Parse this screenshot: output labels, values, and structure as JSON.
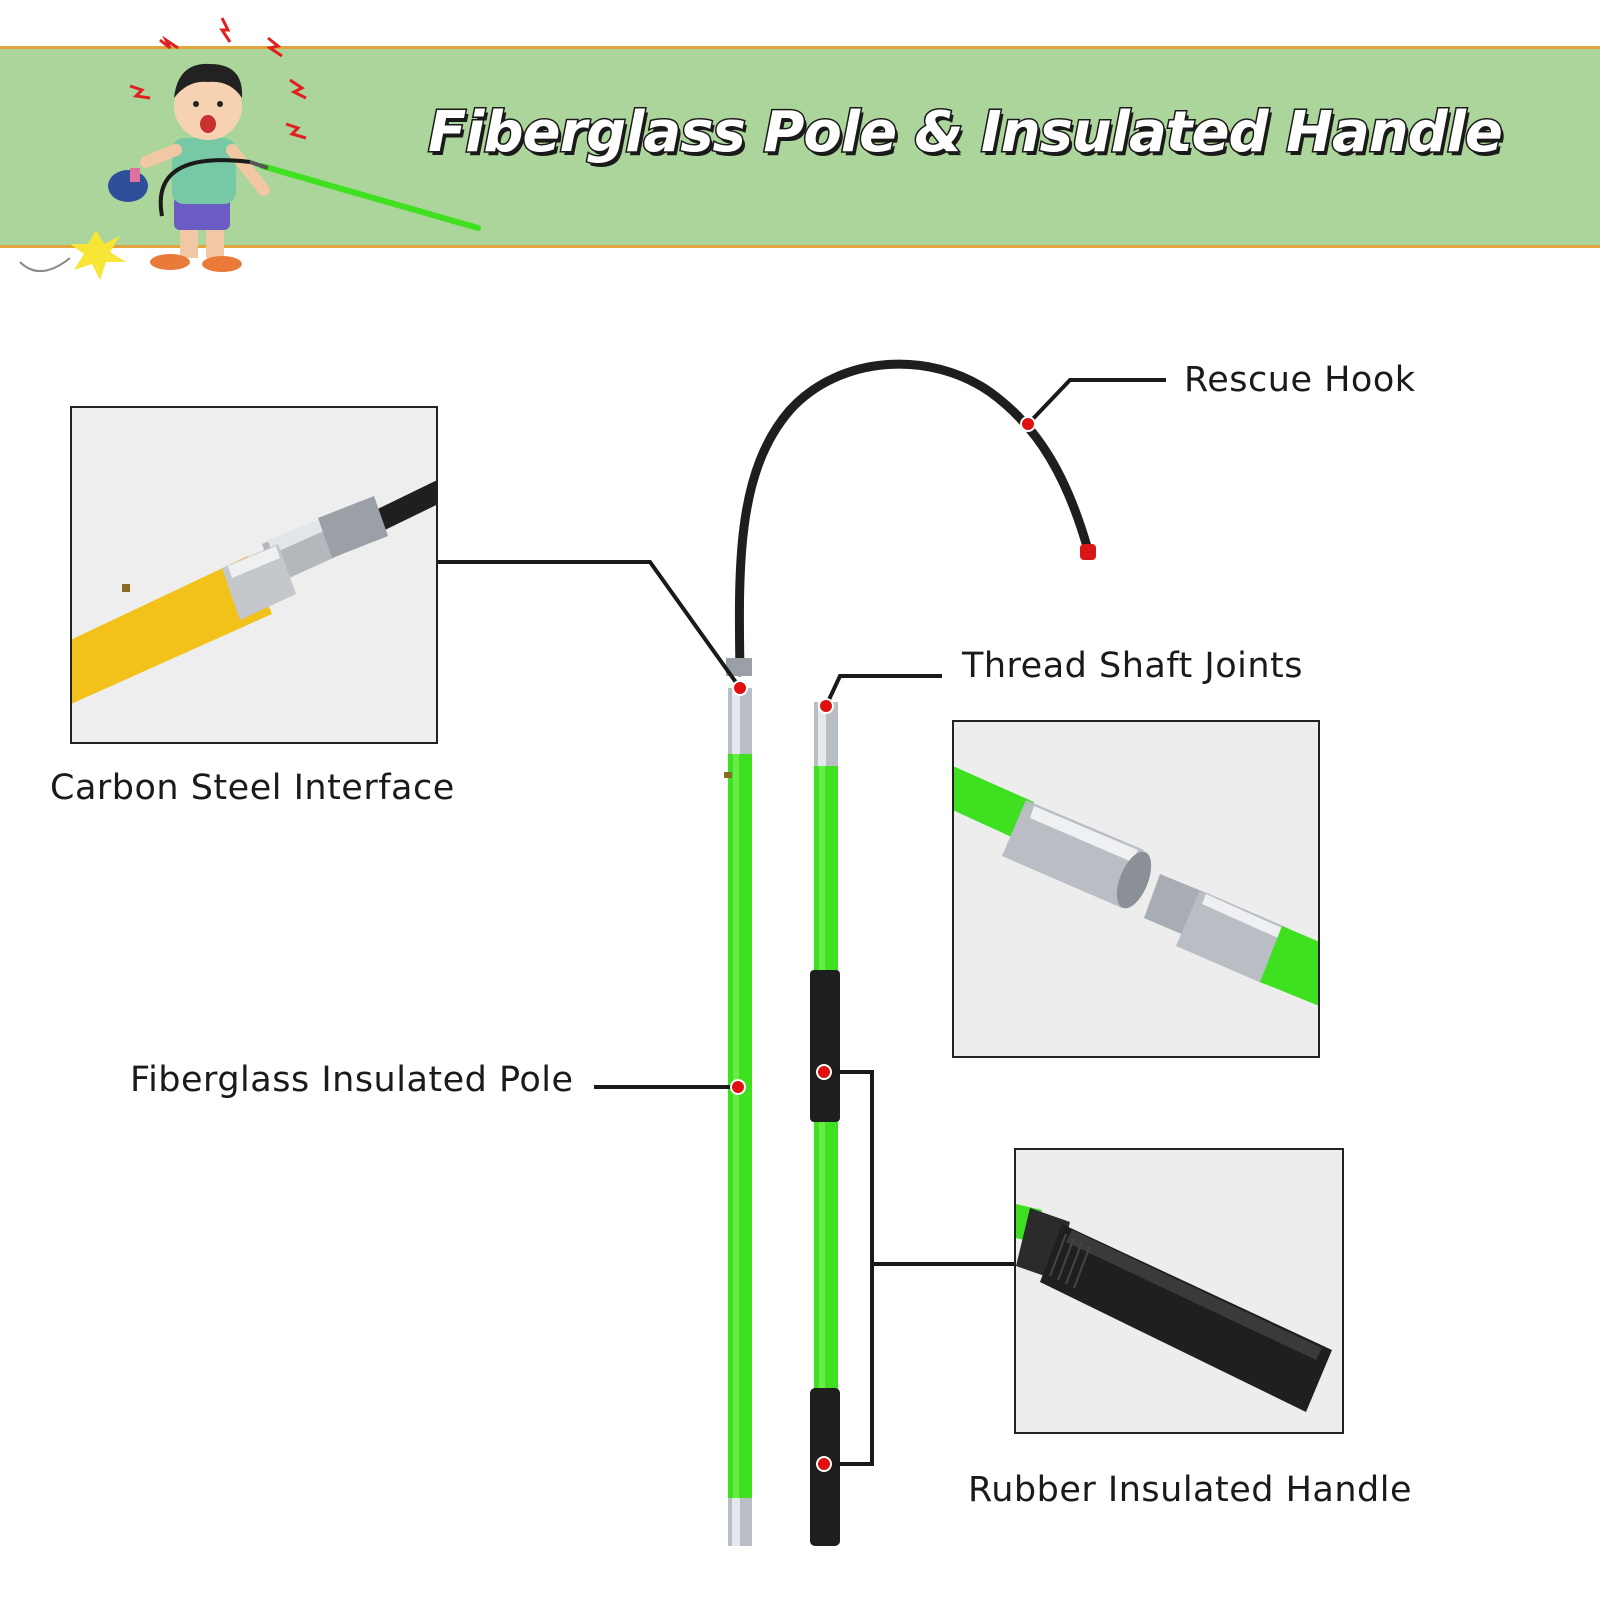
{
  "header": {
    "title": "Fiberglass Pole & Insulated Handle",
    "banner_color": "#acd59b",
    "banner_border_color": "#e0a53c"
  },
  "callouts": {
    "rescue_hook": "Rescue Hook",
    "thread_shaft_joints": "Thread Shaft Joints",
    "carbon_steel_interface": "Carbon Steel Interface",
    "fiberglass_insulated_pole": "Fiberglass Insulated Pole",
    "rubber_insulated_handle": "Rubber Insulated Handle"
  },
  "colors": {
    "pole_green": "#3fe020",
    "marker_red": "#e01010",
    "rubber_black": "#1e1e1e",
    "interface_yellow": "#f2c21a"
  }
}
